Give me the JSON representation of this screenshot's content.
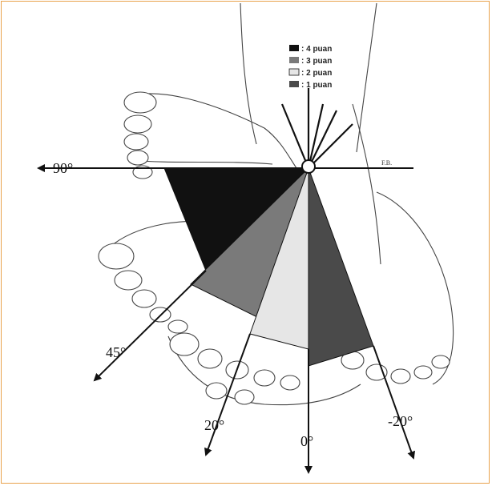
{
  "legend": [
    {
      "label": ": 4 puan",
      "color": "#111111"
    },
    {
      "label": ": 3 puan",
      "color": "#7a7a7a"
    },
    {
      "label": ": 2 puan",
      "color": "#e6e6e6"
    },
    {
      "label": ": 1 puan",
      "color": "#4a4a4a"
    }
  ],
  "angles": {
    "deg90": "90°",
    "deg45": "45°",
    "deg20": "20°",
    "deg0": "0°",
    "degminus20": "-20°"
  },
  "axis_tag": "F.B.",
  "colors": {
    "frame_border": "#e8a24c",
    "sector_4": "#111111",
    "sector_3": "#7a7a7a",
    "sector_2": "#e6e6e6",
    "sector_1": "#4a4a4a"
  }
}
